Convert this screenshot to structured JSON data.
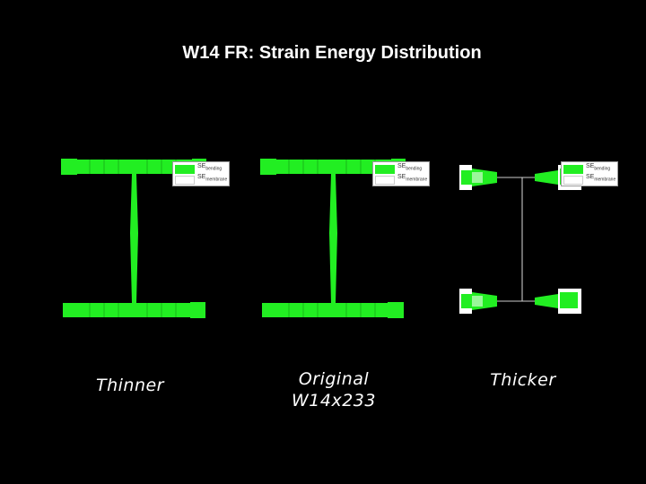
{
  "title": "W14 FR: Strain Energy Distribution",
  "legend": {
    "bending_label": "SE",
    "bending_sub": "bending",
    "membrane_label": "SE",
    "membrane_sub": "membrane",
    "bending_color": "#22ee22",
    "membrane_color": "#ffffff"
  },
  "panels": [
    {
      "caption_line1": "Thinner",
      "caption_line2": ""
    },
    {
      "caption_line1": "Original",
      "caption_line2": "W14x233"
    },
    {
      "caption_line1": "Thicker",
      "caption_line2": ""
    }
  ]
}
